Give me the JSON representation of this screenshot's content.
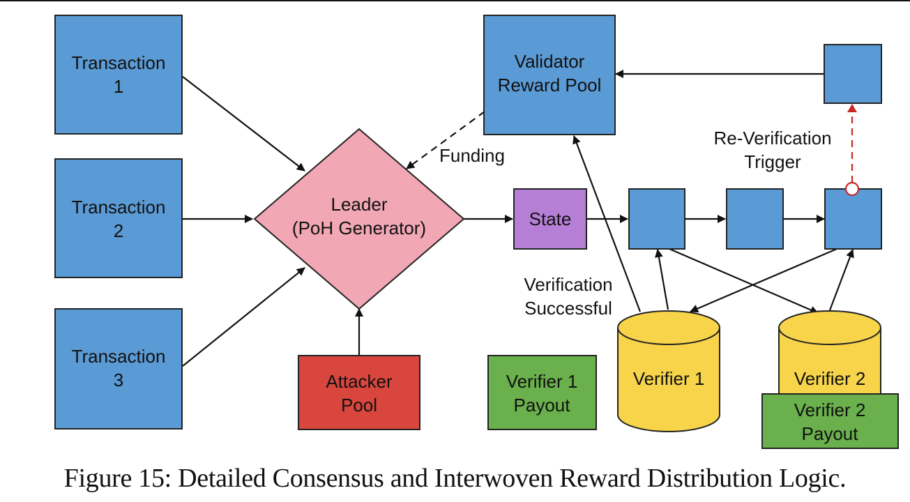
{
  "figure": {
    "caption": "Figure 15: Detailed Consensus and Interwoven Reward Distribution Logic."
  },
  "colors": {
    "block_blue": "#5b9bd5",
    "leader_pink": "#f2a7b4",
    "state_purple": "#b67fd6",
    "attacker_red": "#d9463e",
    "payout_green": "#6ab04c",
    "verifier_yellow": "#f7d44a",
    "trigger_red": "#c62828"
  },
  "nodes": {
    "tx1": {
      "line1": "Transaction",
      "line2": "1"
    },
    "tx2": {
      "line1": "Transaction",
      "line2": "2"
    },
    "tx3": {
      "line1": "Transaction",
      "line2": "3"
    },
    "leader": {
      "line1": "Leader",
      "line2": "(PoH Generator)"
    },
    "attacker": {
      "line1": "Attacker",
      "line2": "Pool"
    },
    "validator_pool": {
      "line1": "Validator",
      "line2": "Reward Pool"
    },
    "state": {
      "label": "State"
    },
    "verifier1": {
      "label": "Verifier 1"
    },
    "verifier2": {
      "label": "Verifier 2"
    },
    "payout1": {
      "line1": "Verifier 1",
      "line2": "Payout"
    },
    "payout2": {
      "line1": "Verifier 2",
      "line2": "Payout"
    }
  },
  "edge_labels": {
    "funding": "Funding",
    "reverify1": "Re-Verification",
    "reverify2": "Trigger",
    "verif1": "Verification",
    "verif2": "Successful"
  }
}
